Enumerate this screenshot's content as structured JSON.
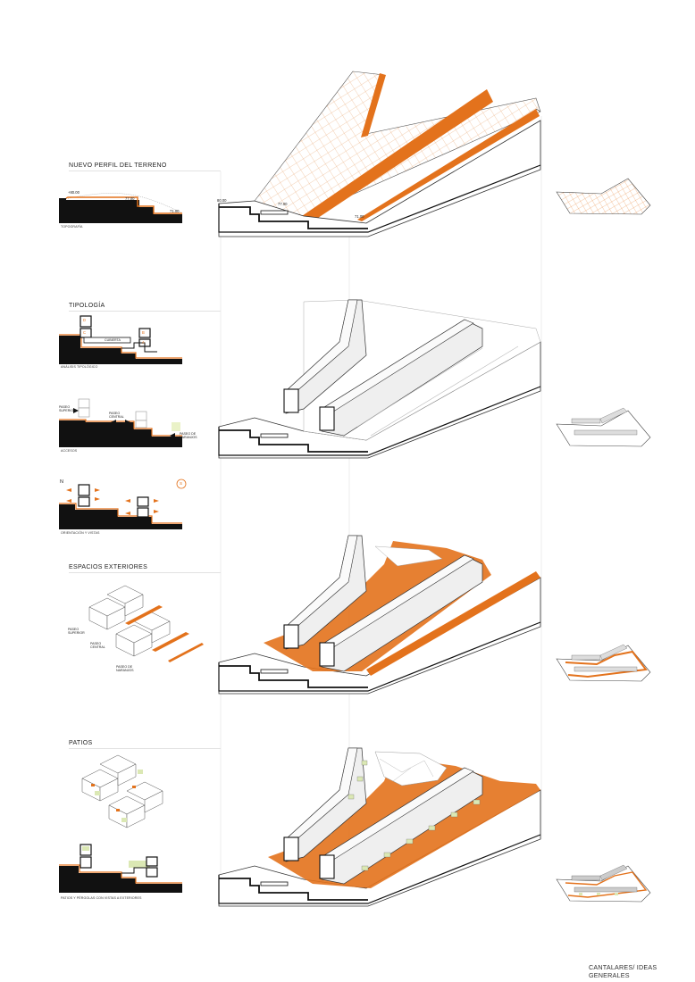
{
  "sections": {
    "nuevo_perfil": {
      "title": "NUEVO PERFIL DEL TERRENO",
      "caption": "TOPOGRAFÍA",
      "levels": [
        "+80.00",
        "77.00",
        "71.00"
      ]
    },
    "tipologia": {
      "title": "TIPOLOGÍA",
      "analisis_caption": "ANÁLISIS TIPOLÓGICO",
      "unit_letters": [
        "D",
        "C",
        "B",
        "A"
      ],
      "cover_label": "CUBIERTA",
      "accesos_caption": "ACCESOS",
      "paseo_superior": "PASEO SUPERIOR",
      "paseo_central": "PASEO CENTRAL",
      "paseo_naranjos": "PASEO DE NARANJOS",
      "orient_caption": "ORIENTACIÓN Y VISTAS",
      "north": "N",
      "south": "S"
    },
    "espacios": {
      "title": "ESPACIOS EXTERIORES",
      "paseo_superior": "PASEO SUPERIOR",
      "paseo_central": "PASEO CENTRAL",
      "paseo_naranjos": "PASEO DE NARANJOS"
    },
    "patios": {
      "title": "PATIOS",
      "caption": "PATIOS Y PÉRGOLAS CON VISTAS A EXTERIORES"
    }
  },
  "main_levels": [
    "80.00",
    "77.00",
    "71.00"
  ],
  "footer": "CANTALARES/ IDEAS GENERALES",
  "colors": {
    "accent": "#e3721c",
    "ink": "#111111",
    "green": "#dbe8b4",
    "line": "#d6d6d6"
  }
}
